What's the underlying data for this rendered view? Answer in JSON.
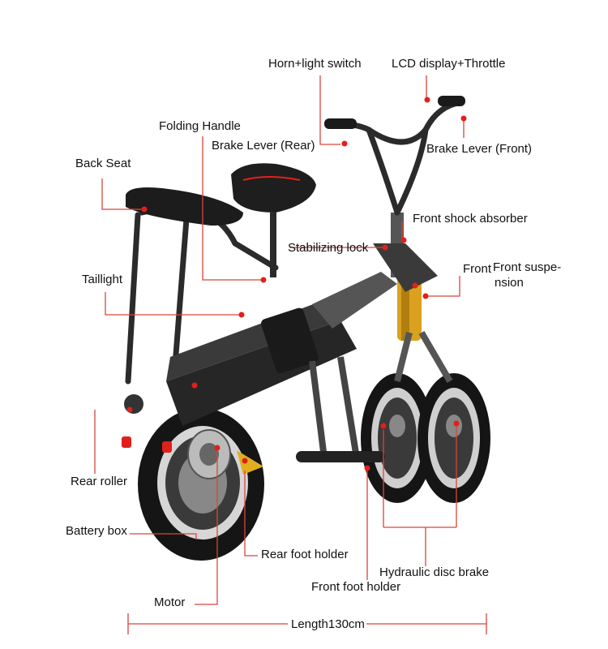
{
  "labels": {
    "horn": "Horn+light switch",
    "lcd": "LCD display+Throttle",
    "folding_handle": "Folding Handle",
    "brake_rear": "Brake Lever (Rear)",
    "brake_front": "Brake Lever (Front)",
    "back_seat": "Back Seat",
    "front_shock": "Front shock absorber",
    "stabilizing_lock": "Stabilizing lock",
    "front_suspension_1": "Front suspe-",
    "front_suspension_2": "nsion",
    "front_suspension_prefix": "Front",
    "taillight": "Taillight",
    "rear_roller": "Rear roller",
    "battery_box": "Battery box",
    "rear_foot_holder": "Rear foot holder",
    "hydraulic_disc_brake": "Hydraulic disc brake",
    "front_foot_holder": "Front foot holder",
    "motor": "Motor",
    "length": "Length130cm"
  },
  "colors": {
    "leader": "#d9453c",
    "dot": "#e0201a",
    "frame": "#2b2b2b",
    "tire": "#151515",
    "rim": "#3a3a3a",
    "shock": "#e0a21a"
  }
}
